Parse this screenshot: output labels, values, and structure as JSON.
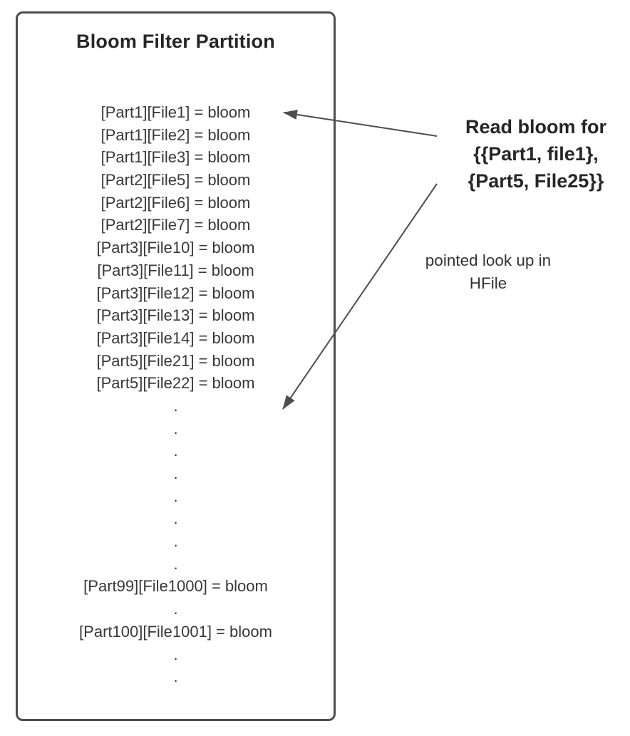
{
  "diagram": {
    "box": {
      "title": "Bloom Filter Partition",
      "entries": [
        "[Part1][File1] = bloom",
        "[Part1][File2] = bloom",
        "[Part1][File3] = bloom",
        "[Part2][File5] = bloom",
        "[Part2][File6] = bloom",
        "[Part2][File7] = bloom",
        "[Part3][File10] = bloom",
        "[Part3][File11] = bloom",
        "[Part3][File12] = bloom",
        "[Part3][File13] = bloom",
        "[Part3][File14] = bloom",
        "[Part5][File21] = bloom",
        "[Part5][File22] = bloom",
        ".",
        ".",
        ".",
        ".",
        ".",
        ".",
        ".",
        ".",
        "[Part99][File1000] = bloom",
        ".",
        "[Part100][File1001] = bloom",
        ".",
        "."
      ]
    },
    "annotations": {
      "read_bloom": "Read bloom for\n{{Part1, file1},\n{Part5, File25}}",
      "pointed_lookup": "pointed look up in\nHFile"
    },
    "colors": {
      "background": "#ffffff",
      "box_border": "#4d4d4d",
      "arrow": "#4d4d4d",
      "title_text": "#262626",
      "body_text": "#383838"
    }
  }
}
